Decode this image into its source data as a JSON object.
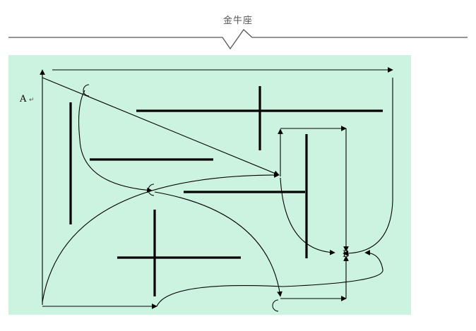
{
  "header": {
    "title": "金牛座"
  },
  "diagram": {
    "background_color": "#ccf3e0",
    "labels": {
      "a": "A",
      "b": "B"
    }
  }
}
